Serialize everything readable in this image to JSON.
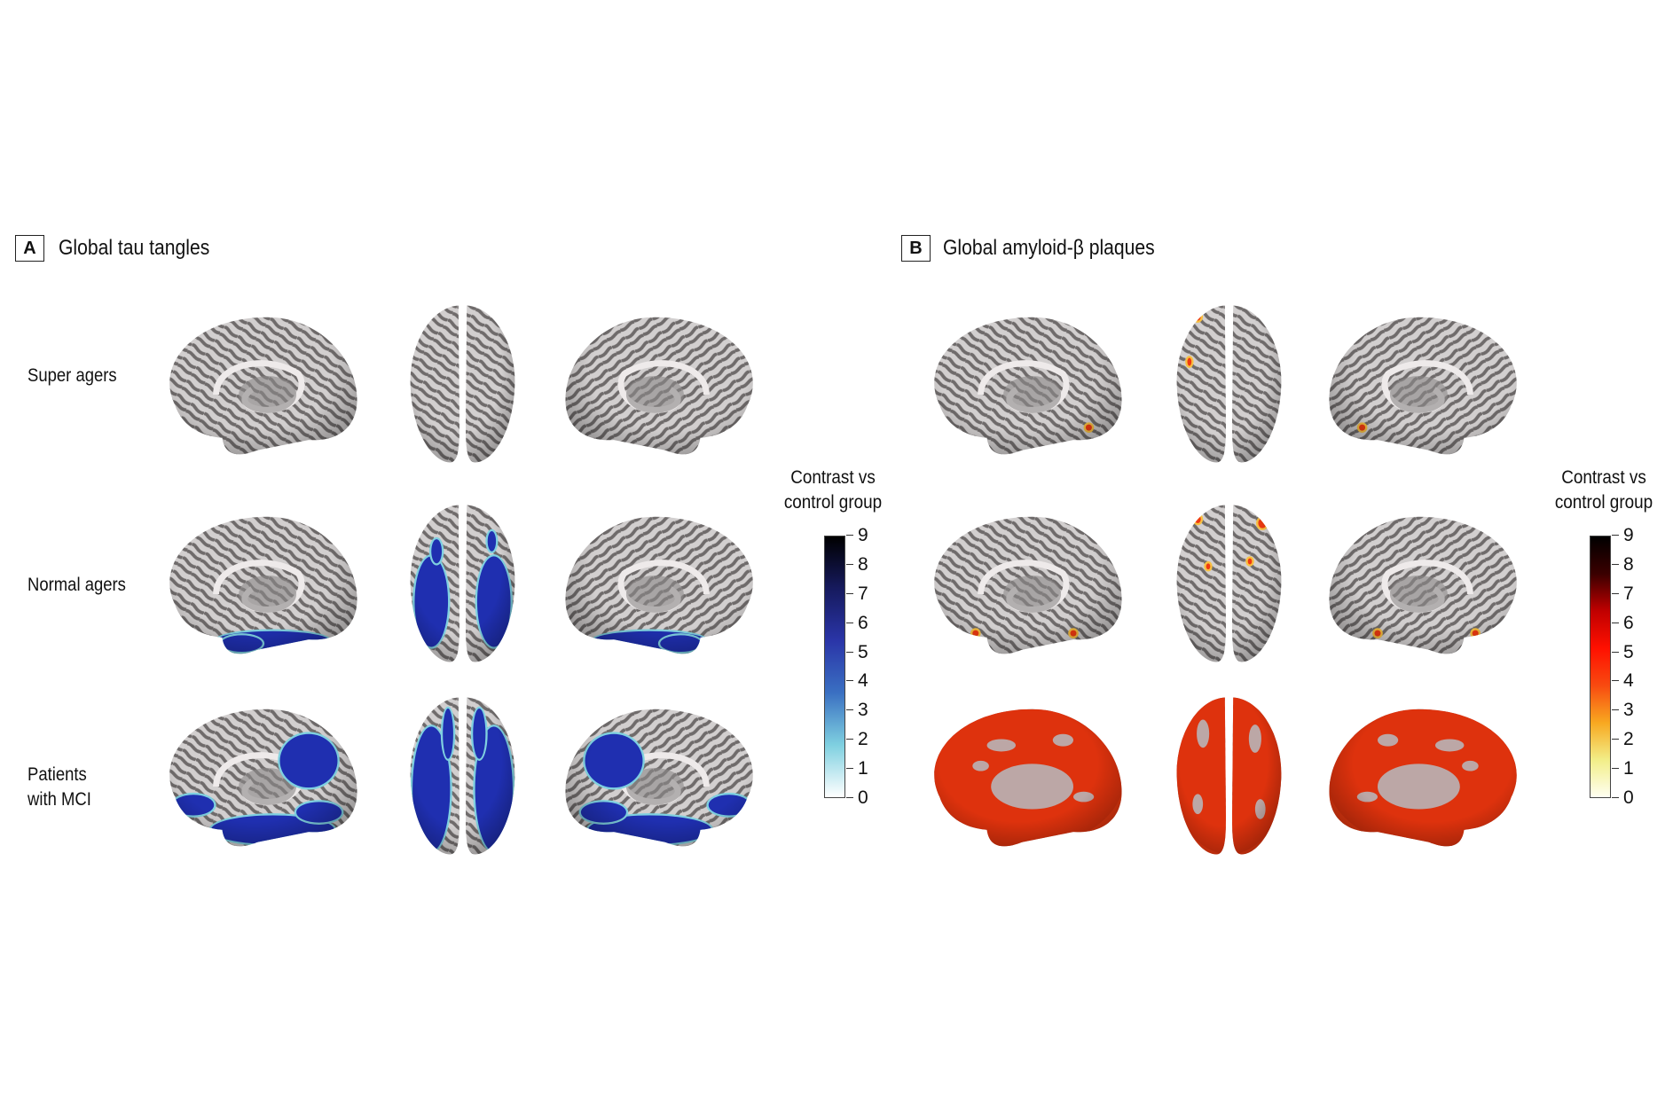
{
  "panels": [
    {
      "letter": "A",
      "title": "Global tau tangles",
      "colorbar": {
        "title": "Contrast vs\ncontrol group",
        "ticks": [
          "9",
          "8",
          "7",
          "6",
          "5",
          "4",
          "3",
          "2",
          "1",
          "0"
        ],
        "range": [
          0,
          9
        ],
        "colors": [
          "#ffffff",
          "#7fd0e0",
          "#3a70c2",
          "#2a35a8",
          "#161a5e",
          "#000000"
        ]
      },
      "accent": "#1f2fb0"
    },
    {
      "letter": "B",
      "title": "Global amyloid-β plaques",
      "colorbar": {
        "title": "Contrast vs\ncontrol group",
        "ticks": [
          "9",
          "8",
          "7",
          "6",
          "5",
          "4",
          "3",
          "2",
          "1",
          "0"
        ],
        "range": [
          0,
          9
        ],
        "colors": [
          "#fffff2",
          "#f2ee88",
          "#f8a820",
          "#f84a10",
          "#ff1000",
          "#c00000",
          "#3a0000",
          "#000000"
        ]
      },
      "accent": "#f03a10"
    }
  ],
  "rows": [
    {
      "label": "Super agers"
    },
    {
      "label": "Normal agers"
    },
    {
      "label": "Patients\nwith MCI"
    }
  ]
}
